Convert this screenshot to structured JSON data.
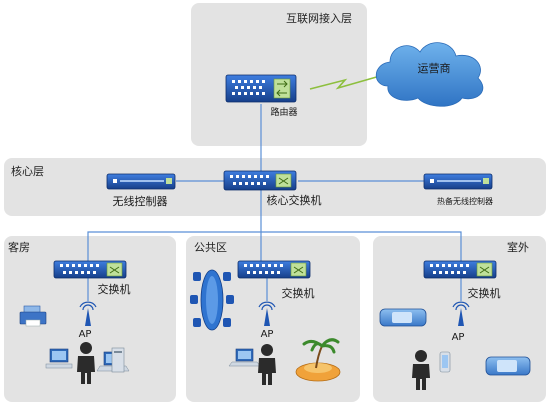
{
  "zones": {
    "internet": "互联网接入层",
    "core": "核心层",
    "guestroom": "客房",
    "public": "公共区",
    "outdoor": "室外"
  },
  "cloud_label": "运营商",
  "devices": {
    "router": "路由器",
    "wlc": "无线控制器",
    "core_switch": "核心交换机",
    "hot_standby_wlc": "热备无线控制器",
    "switch_guestroom": "交换机",
    "switch_public": "交换机",
    "switch_outdoor": "交换机"
  },
  "ap_labels": {
    "guestroom": "AP",
    "public": "AP",
    "outdoor": "AP"
  },
  "colors": {
    "zone_bg": "#e3e3e3",
    "device_blue": "#1f56b3",
    "link_blue": "#5b8fd6",
    "wan_green": "#8dbf3e",
    "cloud_blue": "#4c90d6",
    "person": "#2b2b2b"
  }
}
